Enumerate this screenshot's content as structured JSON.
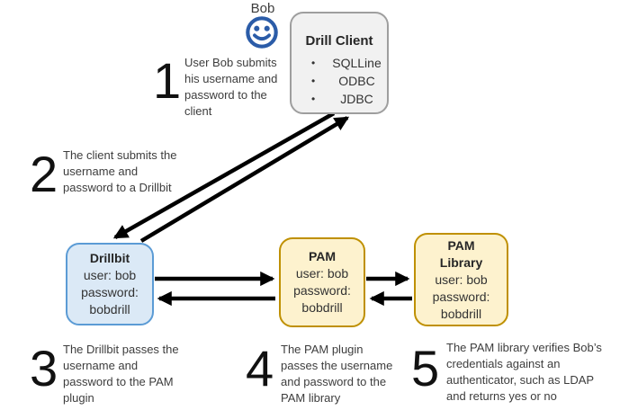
{
  "actor": {
    "label": "Bob",
    "icon": "smiley-face-icon"
  },
  "client_box": {
    "title": "Drill Client",
    "items": [
      "SQLLine",
      "ODBC",
      "JDBC"
    ]
  },
  "boxes": {
    "drillbit": {
      "title": "Drillbit",
      "lines": [
        "user: bob",
        "password:",
        "bobdrill"
      ]
    },
    "pam": {
      "title": "PAM",
      "lines": [
        "user: bob",
        "password:",
        "bobdrill"
      ]
    },
    "pam_library": {
      "title": "PAM Library",
      "lines": [
        "user: bob",
        "password:",
        "bobdrill"
      ]
    }
  },
  "steps": [
    {
      "num": "1",
      "text": "User Bob submits\nhis username and\npassword to the\nclient"
    },
    {
      "num": "2",
      "text": "The client submits the\nusername and\npassword to a Drillbit"
    },
    {
      "num": "3",
      "text": "The Drillbit passes the\nusername and\npassword to the PAM\nplugin"
    },
    {
      "num": "4",
      "text": "The PAM plugin\npasses the username\nand password to the\nPAM library"
    },
    {
      "num": "5",
      "text": "The PAM library verifies Bob’s\ncredentials against an\nauthenticator, such as LDAP\nand returns yes or no"
    }
  ],
  "arrows": [
    {
      "from": "drill-client",
      "to": "drillbit"
    },
    {
      "from": "drillbit",
      "to": "drill-client"
    },
    {
      "from": "drillbit",
      "to": "pam"
    },
    {
      "from": "pam",
      "to": "drillbit"
    },
    {
      "from": "pam",
      "to": "pam-library"
    },
    {
      "from": "pam-library",
      "to": "pam"
    }
  ],
  "colors": {
    "smiley_blue": "#2b5ca8",
    "client_border": "#9e9e9e",
    "client_fill": "#f1f1f1",
    "drillbit_border": "#5b9bd5",
    "drillbit_fill": "#dbe9f6",
    "pam_border": "#bf9000",
    "pam_fill": "#fdf2ce",
    "arrow": "#000000"
  }
}
